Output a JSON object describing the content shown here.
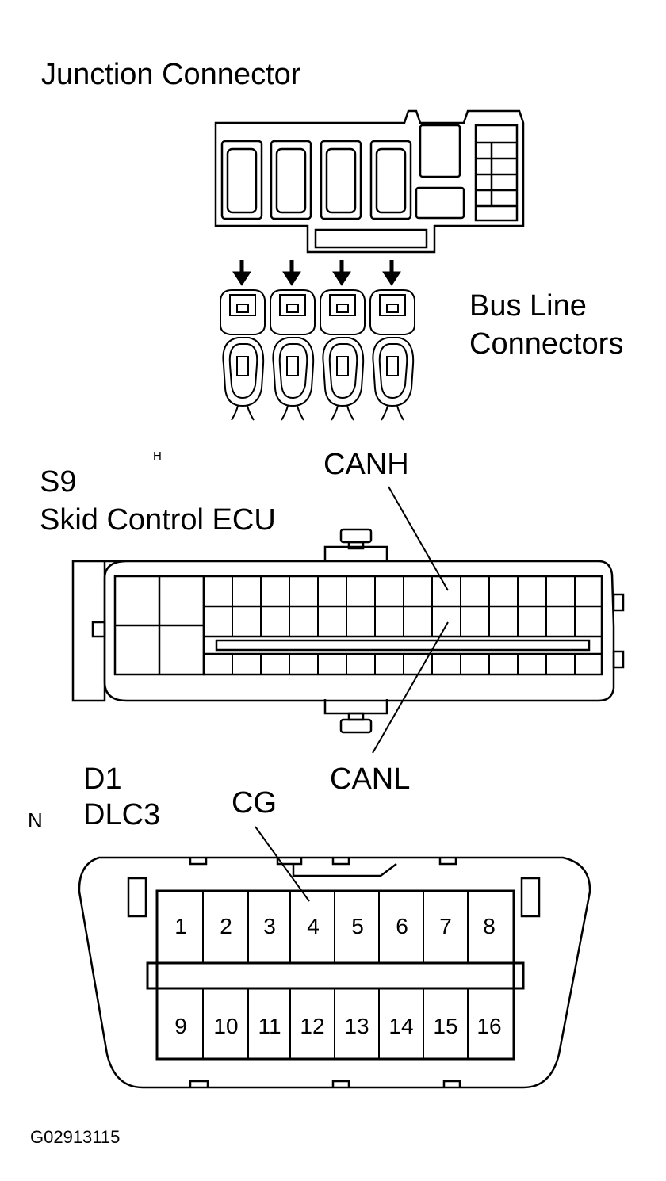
{
  "labels": {
    "junction_connector": "Junction Connector",
    "bus_line_1": "Bus Line",
    "bus_line_2": "Connectors",
    "h_mark": "H",
    "s9_code": "S9",
    "s9_name": "Skid Control ECU",
    "canh": "CANH",
    "canl": "CANL",
    "d1_code": "D1",
    "d1_name": "DLC3",
    "n_mark": "N",
    "cg": "CG",
    "figure_id": "G02913115"
  },
  "dlc3": {
    "top_pins": [
      "1",
      "2",
      "3",
      "4",
      "5",
      "6",
      "7",
      "8"
    ],
    "bottom_pins": [
      "9",
      "10",
      "11",
      "12",
      "13",
      "14",
      "15",
      "16"
    ]
  },
  "colors": {
    "ink": "#000000",
    "paper": "#ffffff"
  }
}
